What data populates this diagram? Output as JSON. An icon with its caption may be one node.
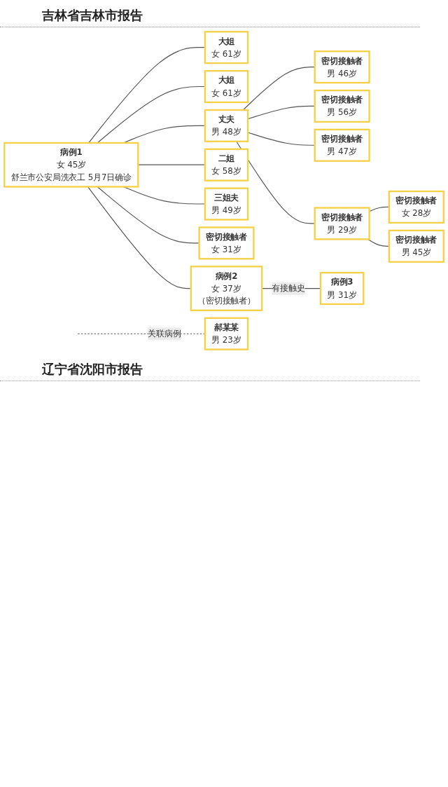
{
  "diagram": {
    "nodes": [
      {
        "text": [
          "病例1",
          "女 45岁",
          "舒兰市公安局洗衣工 5月7日确诊"
        ]
      },
      {
        "text": [
          "大姐",
          "女 61岁"
        ]
      },
      {
        "text": [
          "二姐",
          "女 58岁"
        ]
      },
      {
        "text": [
          "大姐",
          "女 61岁"
        ]
      },
      {
        "text": [
          "三姐夫",
          "男 49岁"
        ]
      },
      {
        "text": [
          "丈夫",
          "男 48岁"
        ]
      },
      {
        "text": [
          "密切接触者",
          "女 31岁"
        ]
      },
      {
        "text": [
          "密切接触者",
          "男 46岁"
        ]
      },
      {
        "text": [
          "病例2",
          "女 37岁",
          "（密切接触者）"
        ]
      },
      {
        "text": [
          "密切接触者",
          "男 56岁"
        ]
      },
      {
        "text": [
          "病例3",
          "男 31岁"
        ]
      },
      {
        "text": [
          "密切接触者",
          "男 47岁"
        ]
      },
      {
        "text": [
          "密切接触者",
          "男 29岁"
        ]
      },
      {
        "text": [
          "密切接触者",
          "女 28岁"
        ]
      },
      {
        "text": [
          "密切接触者",
          "男 45岁"
        ]
      },
      {
        "text": [
          "郝某某",
          "男 23岁"
        ]
      }
    ],
    "edges": [
      {
        "from": 0,
        "to": 1,
        "arrow": "none"
      },
      {
        "from": 0,
        "to": 3,
        "arrow": "none"
      },
      {
        "from": 0,
        "to": 5,
        "arrow": "none"
      },
      {
        "from": 0,
        "to": 2,
        "arrow": "none"
      },
      {
        "from": 0,
        "to": 4,
        "arrow": "none"
      },
      {
        "from": 0,
        "to": 6,
        "arrow": "none"
      },
      {
        "from": 0,
        "to": 8,
        "arrow": "none"
      },
      {
        "from": 5,
        "to": 7,
        "arrow": "none"
      },
      {
        "from": 5,
        "to": 9,
        "arrow": "none"
      },
      {
        "from": 5,
        "to": 11,
        "arrow": "none"
      },
      {
        "from": 5,
        "to": 12,
        "arrow": "none"
      },
      {
        "from": 8,
        "to": 10,
        "label": "有接触史",
        "arrow": "none"
      },
      {
        "from": 12,
        "to": 13,
        "arrow": "none"
      },
      {
        "from": 12,
        "to": 14,
        "arrow": "none"
      },
      {
        "from": null,
        "to": 15,
        "label": "关联病例",
        "arrow": "none",
        "style": "dashed"
      }
    ],
    "labels": [
      "吉林省吉林市报告",
      "辽宁省沈阳市报告"
    ]
  }
}
